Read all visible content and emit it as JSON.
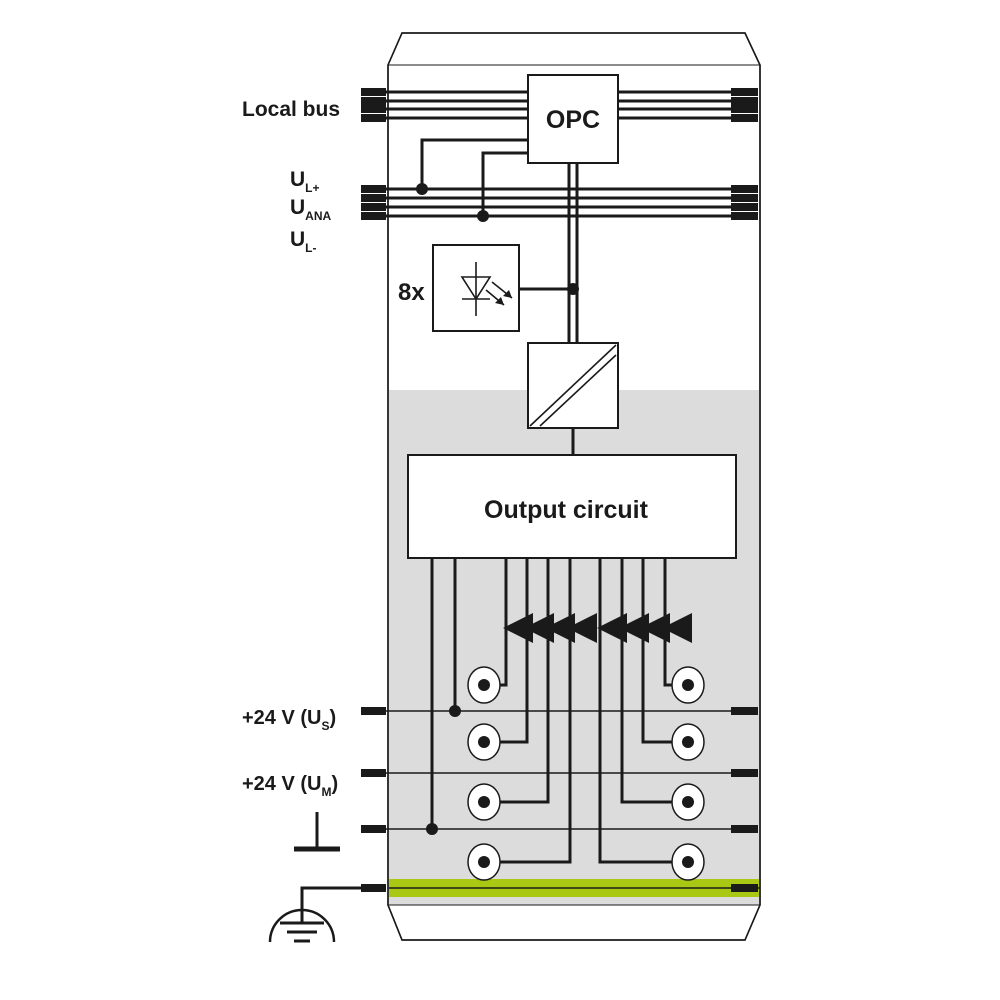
{
  "labels": {
    "local_bus": "Local bus",
    "ul_plus_main": "U",
    "ul_plus_sub": "L+",
    "uana_main": "U",
    "uana_sub": "ANA",
    "ul_minus_main": "U",
    "ul_minus_sub": "L-",
    "opc": "OPC",
    "channels": "8x",
    "output_circuit": "Output circuit",
    "us_prefix": "+24 V (U",
    "us_sub": "S",
    "us_suffix": ")",
    "um_prefix": "+24 V (U",
    "um_sub": "M",
    "um_suffix": ")"
  },
  "colors": {
    "lower_zone_fill": "#dcdcdc",
    "fe_rail": "#a8c814",
    "line": "#1a1a1a"
  },
  "icons": {
    "led_symbol": "led-icon",
    "isolation_symbol": "galvanic-isolation-icon",
    "ground_symbol": "ground-icon",
    "functional_earth_symbol": "functional-earth-icon"
  }
}
